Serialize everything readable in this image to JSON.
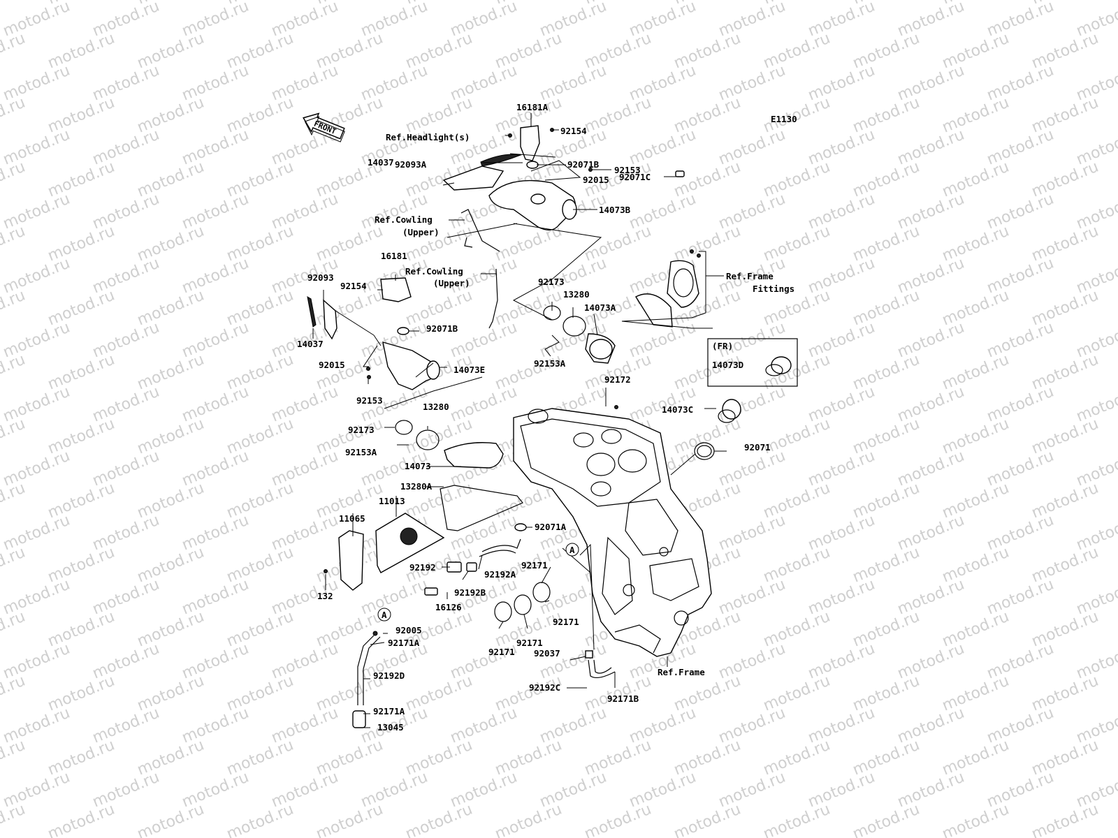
{
  "diagram_code": "E1130",
  "front_label": "FRONT",
  "watermark": "motod.ru",
  "colors": {
    "line": "#000000",
    "watermark": "#cfcfcf",
    "background": "#ffffff"
  },
  "inset_label": "(FR)",
  "labels": {
    "p16181A": "16181A",
    "ref_headlight": "Ref.Headlight(s)",
    "p92154_top": "92154",
    "p14037_top": "14037",
    "p92071B_top": "92071B",
    "p92015_top": "92015",
    "p92093A": "92093A",
    "p92153_top": "92153",
    "ref_cowling_upper_1a": "Ref.Cowling",
    "ref_cowling_upper_1b": "(Upper)",
    "p14073B": "14073B",
    "p92071C": "92071C",
    "p16181": "16181",
    "ref_cowling_upper_2a": "Ref.Cowling",
    "ref_cowling_upper_2b": "(Upper)",
    "ref_frame_fittings_a": "Ref.Frame",
    "ref_frame_fittings_b": "Fittings",
    "p92093": "92093",
    "p92154_left": "92154",
    "p92173_top": "92173",
    "p13280_top": "13280",
    "p14073A": "14073A",
    "p92071B_left": "92071B",
    "p14037_left": "14037",
    "p92153A_top": "92153A",
    "p14073D": "14073D",
    "p92015_left": "92015",
    "p14073E": "14073E",
    "p92172": "92172",
    "p92153_left": "92153",
    "p13280_mid": "13280",
    "p14073C": "14073C",
    "p92173_mid": "92173",
    "p92071": "92071",
    "p92153A_mid": "92153A",
    "p14073": "14073",
    "p13280A": "13280A",
    "p11013": "11013",
    "p11065": "11065",
    "p92071A": "92071A",
    "callout_a1": "A",
    "p92192": "92192",
    "p92192A": "92192A",
    "p92171_1": "92171",
    "p92192B": "92192B",
    "p132": "132",
    "p16126": "16126",
    "p92171_2": "92171",
    "callout_a2": "A",
    "p92005": "92005",
    "p92171A_1": "92171A",
    "p92171_3": "92171",
    "p92171_4": "92171",
    "p92037": "92037",
    "ref_frame": "Ref.Frame",
    "p92192D": "92192D",
    "p92192C": "92192C",
    "p92171B": "92171B",
    "p92171A_2": "92171A",
    "p13045": "13045"
  }
}
